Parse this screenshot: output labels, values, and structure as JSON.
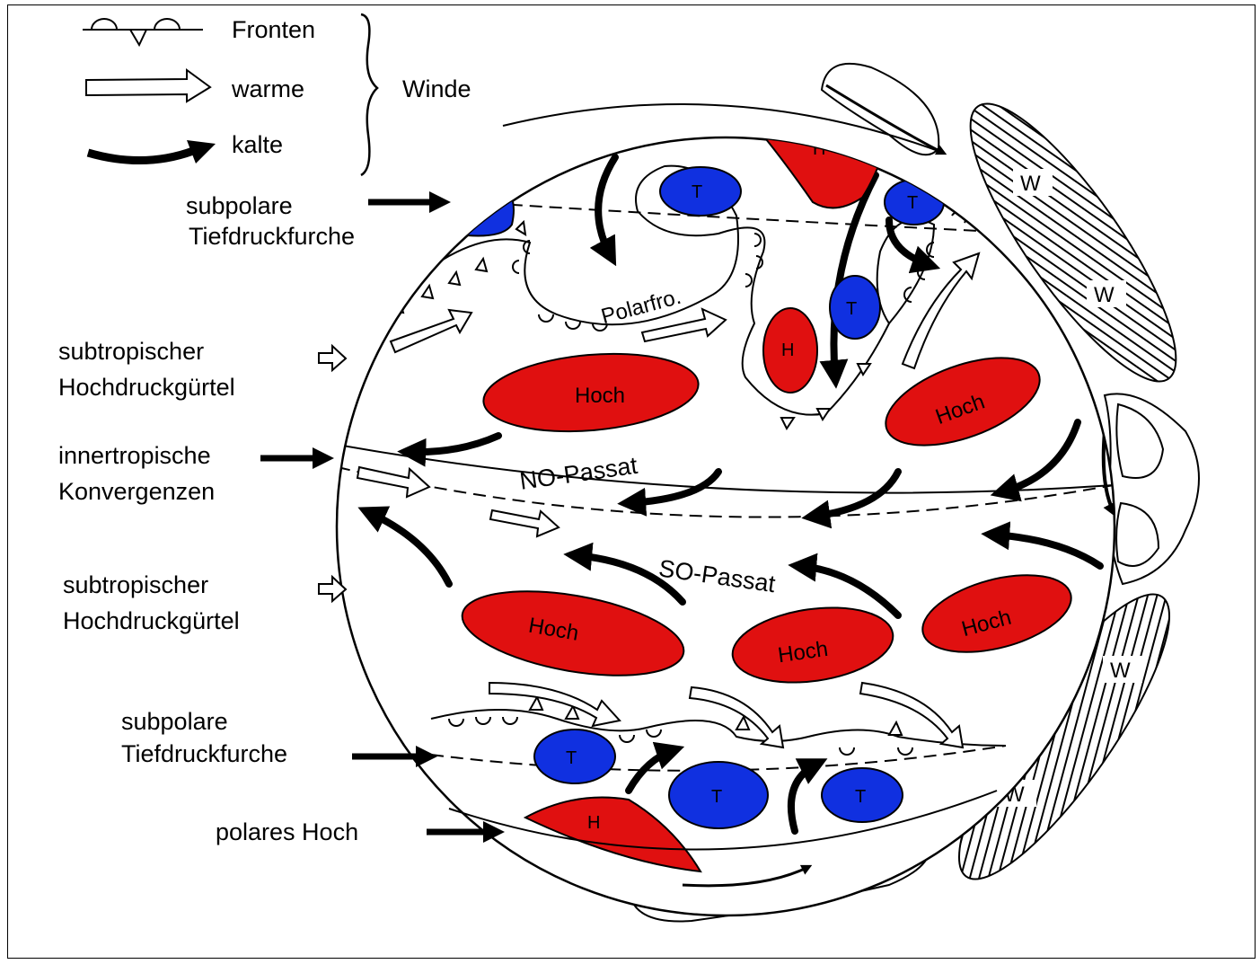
{
  "legend": {
    "fronts": "Fronten",
    "warm": "warme",
    "cold": "kalte",
    "winds": "Winde"
  },
  "side_labels": {
    "subpolar_top_1": "subpolare",
    "subpolar_top_2": "Tiefdruckfurche",
    "subtrop_top_1": "subtropischer",
    "subtrop_top_2": "Hochdruckgürtel",
    "itc_1": "innertropische",
    "itc_2": "Konvergenzen",
    "subtrop_bottom_1": "subtropischer",
    "subtrop_bottom_2": "Hochdruckgürtel",
    "subpolar_bottom_1": "subpolare",
    "subpolar_bottom_2": "Tiefdruckfurche",
    "polar_high": "polares Hoch"
  },
  "globe_labels": {
    "polarfront": "Polarfro.",
    "ne_trade": "NO-Passat",
    "se_trade": "SO-Passat",
    "high": "Hoch",
    "h": "H",
    "t": "T",
    "w": "W"
  },
  "colors": {
    "high_pressure": "#e01010",
    "low_pressure": "#1030e0",
    "outline": "#000000"
  }
}
